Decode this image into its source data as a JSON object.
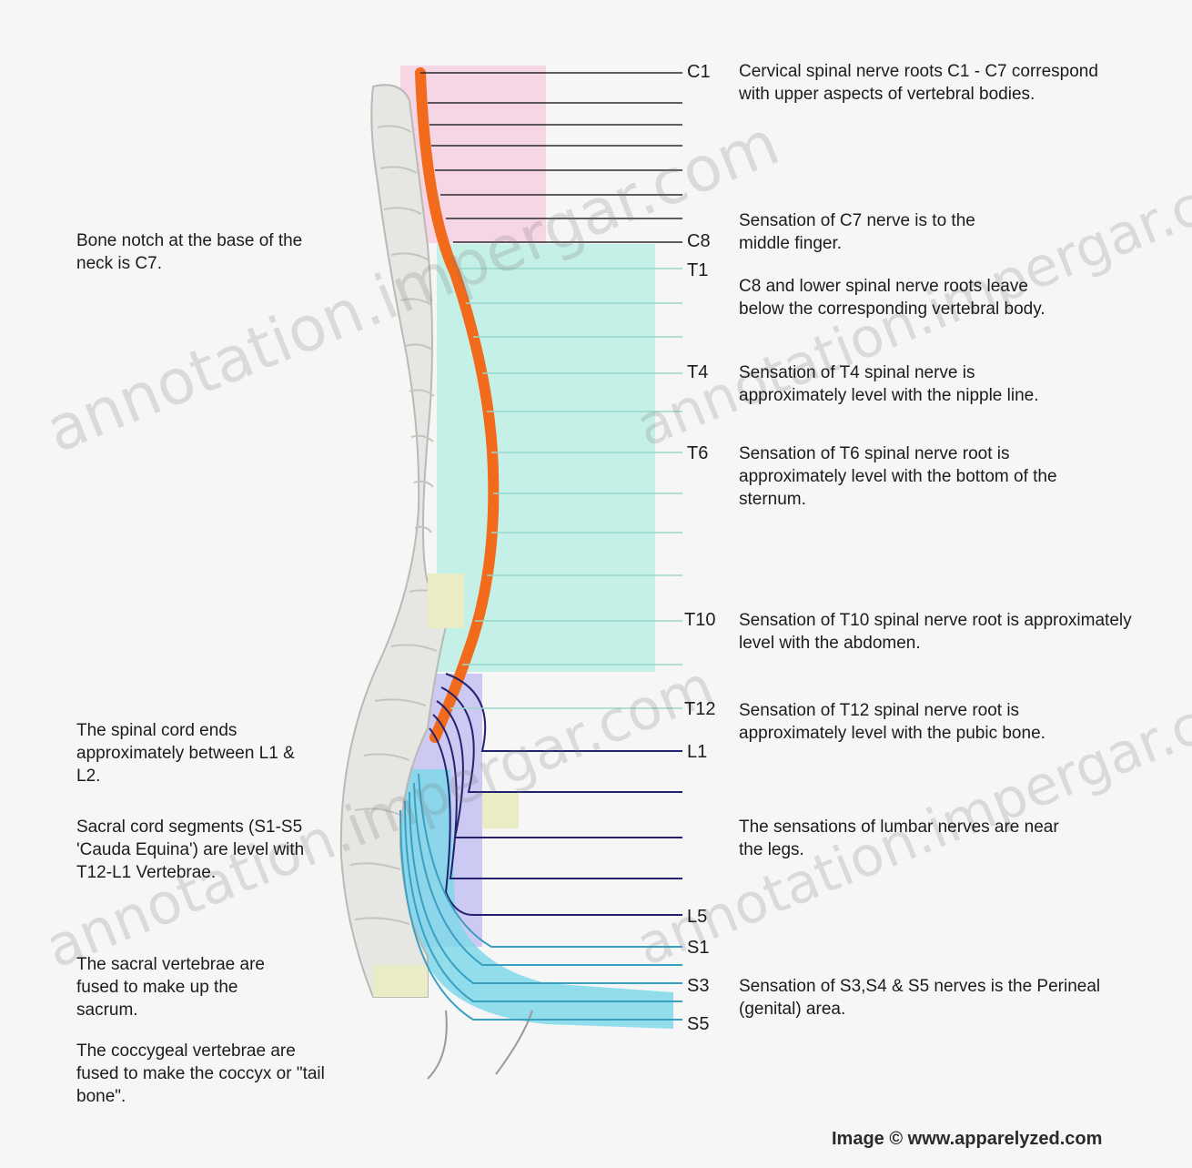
{
  "levels": {
    "c1": "C1",
    "c8": "C8",
    "t1": "T1",
    "t4": "T4",
    "t6": "T6",
    "t10": "T10",
    "t12": "T12",
    "l1": "L1",
    "l5": "L5",
    "s1": "S1",
    "s3": "S3",
    "s5": "S5"
  },
  "right_notes": {
    "cervical": "Cervical spinal nerve roots C1 - C7 correspond with upper aspects of vertebral bodies.",
    "c7": "Sensation of C7 nerve is to the middle finger.",
    "c8": "C8 and lower spinal nerve roots leave below the corresponding vertebral body.",
    "t4": "Sensation of T4 spinal nerve is approximately level with the nipple line.",
    "t6": "Sensation of T6 spinal nerve root is approximately level with the bottom of the sternum.",
    "t10": "Sensation of T10 spinal nerve root is approximately level with the abdomen.",
    "t12": "Sensation of T12 spinal nerve root is approximately level with the pubic bone.",
    "lumbar": "The sensations of lumbar nerves are near the legs.",
    "sacral": "Sensation of S3,S4 & S5 nerves is the Perineal (genital) area."
  },
  "left_notes": {
    "bone_notch": "Bone notch at the base of the neck is C7.",
    "cord_ends": "The spinal cord ends approximately between L1 & L2.",
    "sacral_segments": "Sacral cord segments (S1-S5 'Cauda Equina') are level with T12-L1 Vertebrae.",
    "sacrum": "The sacral vertebrae are fused to make up the sacrum.",
    "coccyx": "The coccygeal vertebrae are fused to make the coccyx or \"tail bone\"."
  },
  "watermarks": [
    "annotation.impergar.com",
    "annotation.impergar.com",
    "annotation.impergar.com",
    "annotation.impergar.com"
  ],
  "credit": "Image © www.apparelyzed.com",
  "colors": {
    "cord": "#f26a1b",
    "cervical_zone": "#f6cfe0",
    "thoracic_zone": "#bff0e6",
    "lumbar_zone": "#c8c4f2",
    "sacral_zone": "#7fd8ea",
    "bone": "#e6e6e2",
    "bone_accent": "#e9ecc4",
    "line": "#2b2b2b"
  }
}
